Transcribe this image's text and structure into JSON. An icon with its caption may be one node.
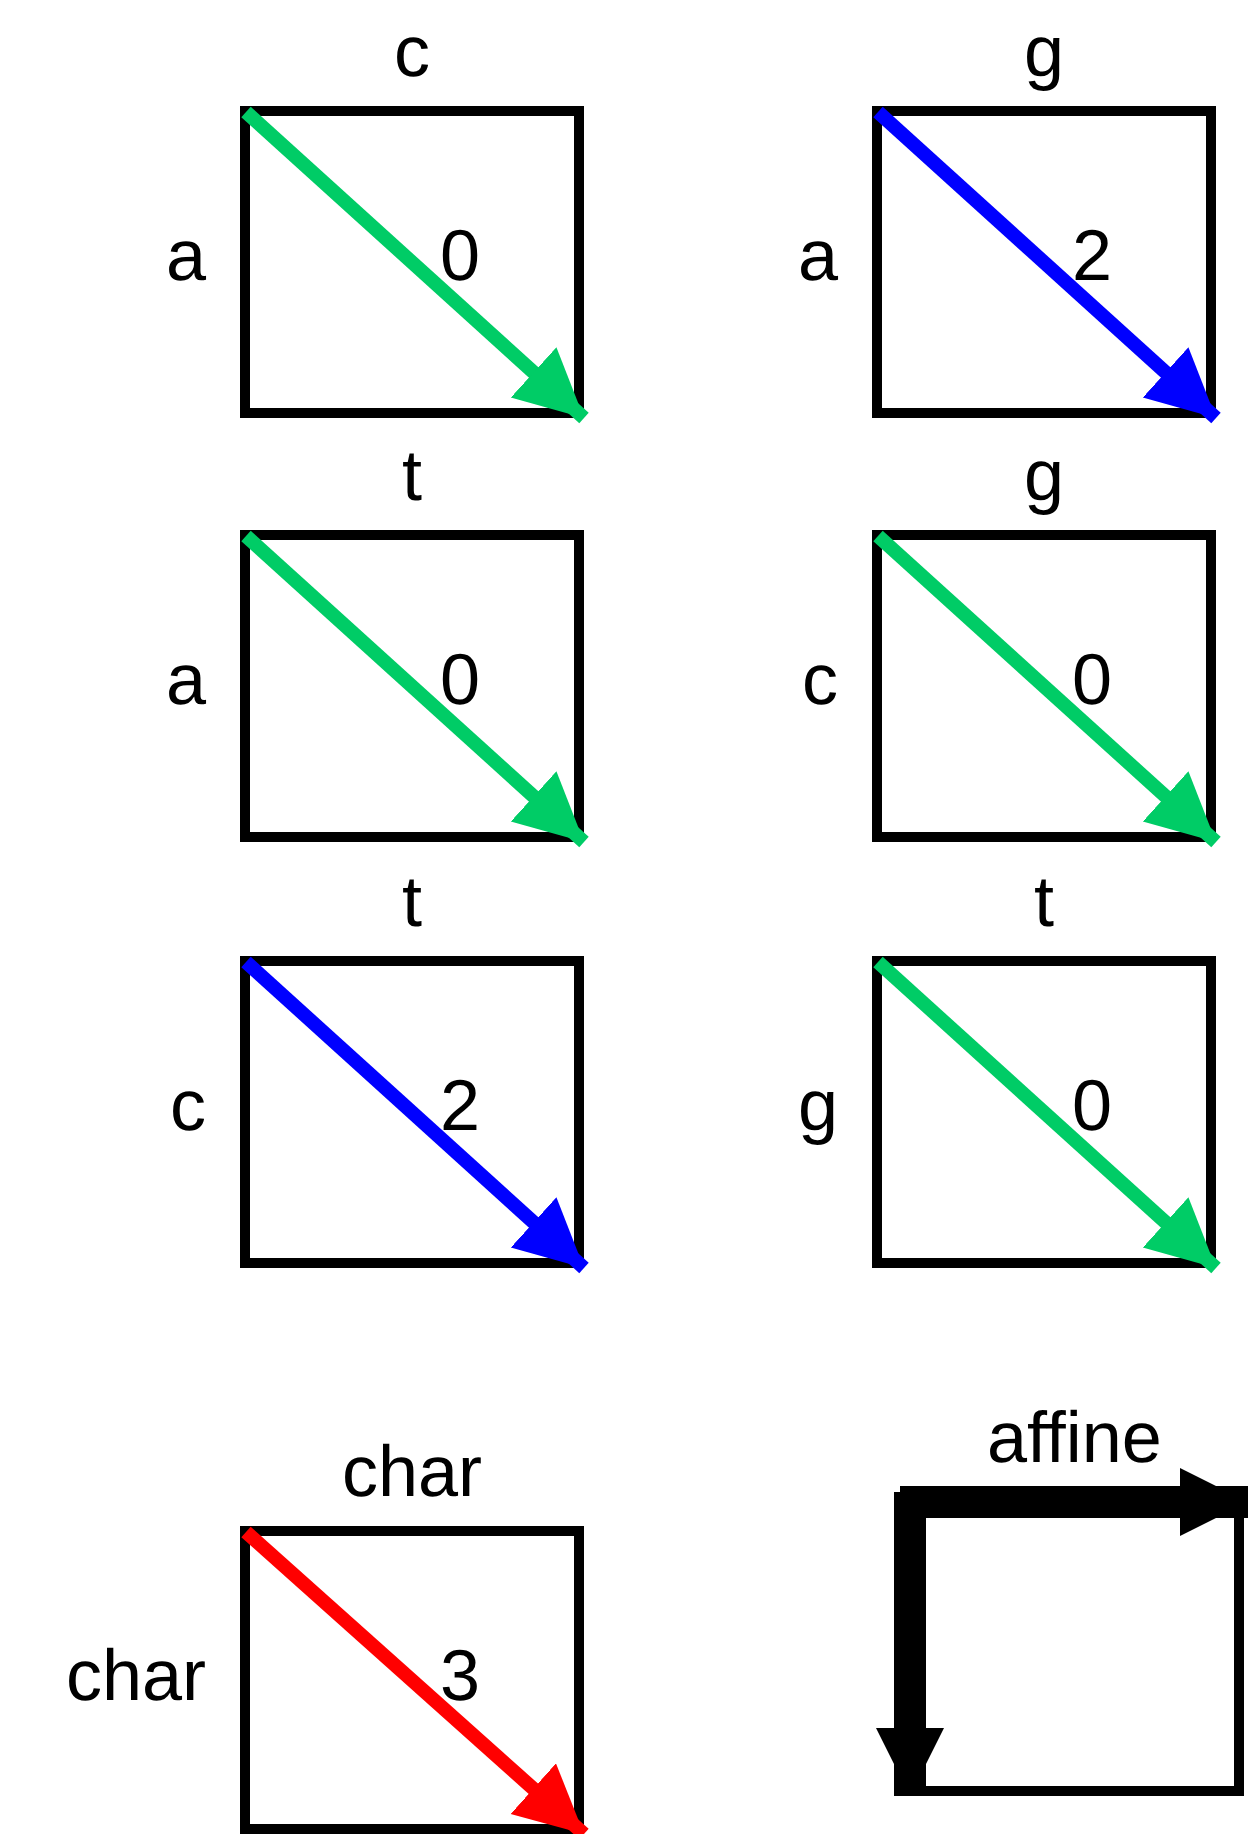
{
  "diagram": {
    "nodes": [
      {
        "text": [
          "0"
        ],
        "beside": [
          "c",
          "a"
        ]
      },
      {
        "text": [
          "2"
        ],
        "beside": [
          "g",
          "a"
        ]
      },
      {
        "text": [
          "0"
        ],
        "beside": [
          "t",
          "a"
        ]
      },
      {
        "text": [
          "0"
        ],
        "beside": [
          "g",
          "c"
        ]
      },
      {
        "text": [
          "2"
        ],
        "beside": [
          "t",
          "c"
        ]
      },
      {
        "text": [
          "0"
        ],
        "beside": [
          "t",
          "g"
        ]
      },
      {
        "text": [
          "3"
        ],
        "beside": [
          "char",
          "char"
        ]
      },
      {
        "text": [
          "affine"
        ]
      }
    ],
    "edges": [
      {
        "from": null,
        "to": 0,
        "arrow": "to"
      },
      {
        "from": null,
        "to": 1,
        "arrow": "to",
        "color": "#0000ff"
      },
      {
        "from": null,
        "to": 2,
        "arrow": "to"
      },
      {
        "from": null,
        "to": 3,
        "arrow": "to"
      },
      {
        "from": null,
        "to": 4,
        "arrow": "to",
        "color": "#0000ff"
      },
      {
        "from": null,
        "to": 5,
        "arrow": "to"
      },
      {
        "from": null,
        "to": 6,
        "arrow": "to",
        "color": "#ff0000"
      },
      {
        "from": null,
        "to": 7,
        "arrow": "to",
        "style": "thick",
        "color": "#000000"
      },
      {
        "from": null,
        "to": 7,
        "arrow": "to",
        "style": "thick",
        "color": "#000000"
      }
    ]
  }
}
